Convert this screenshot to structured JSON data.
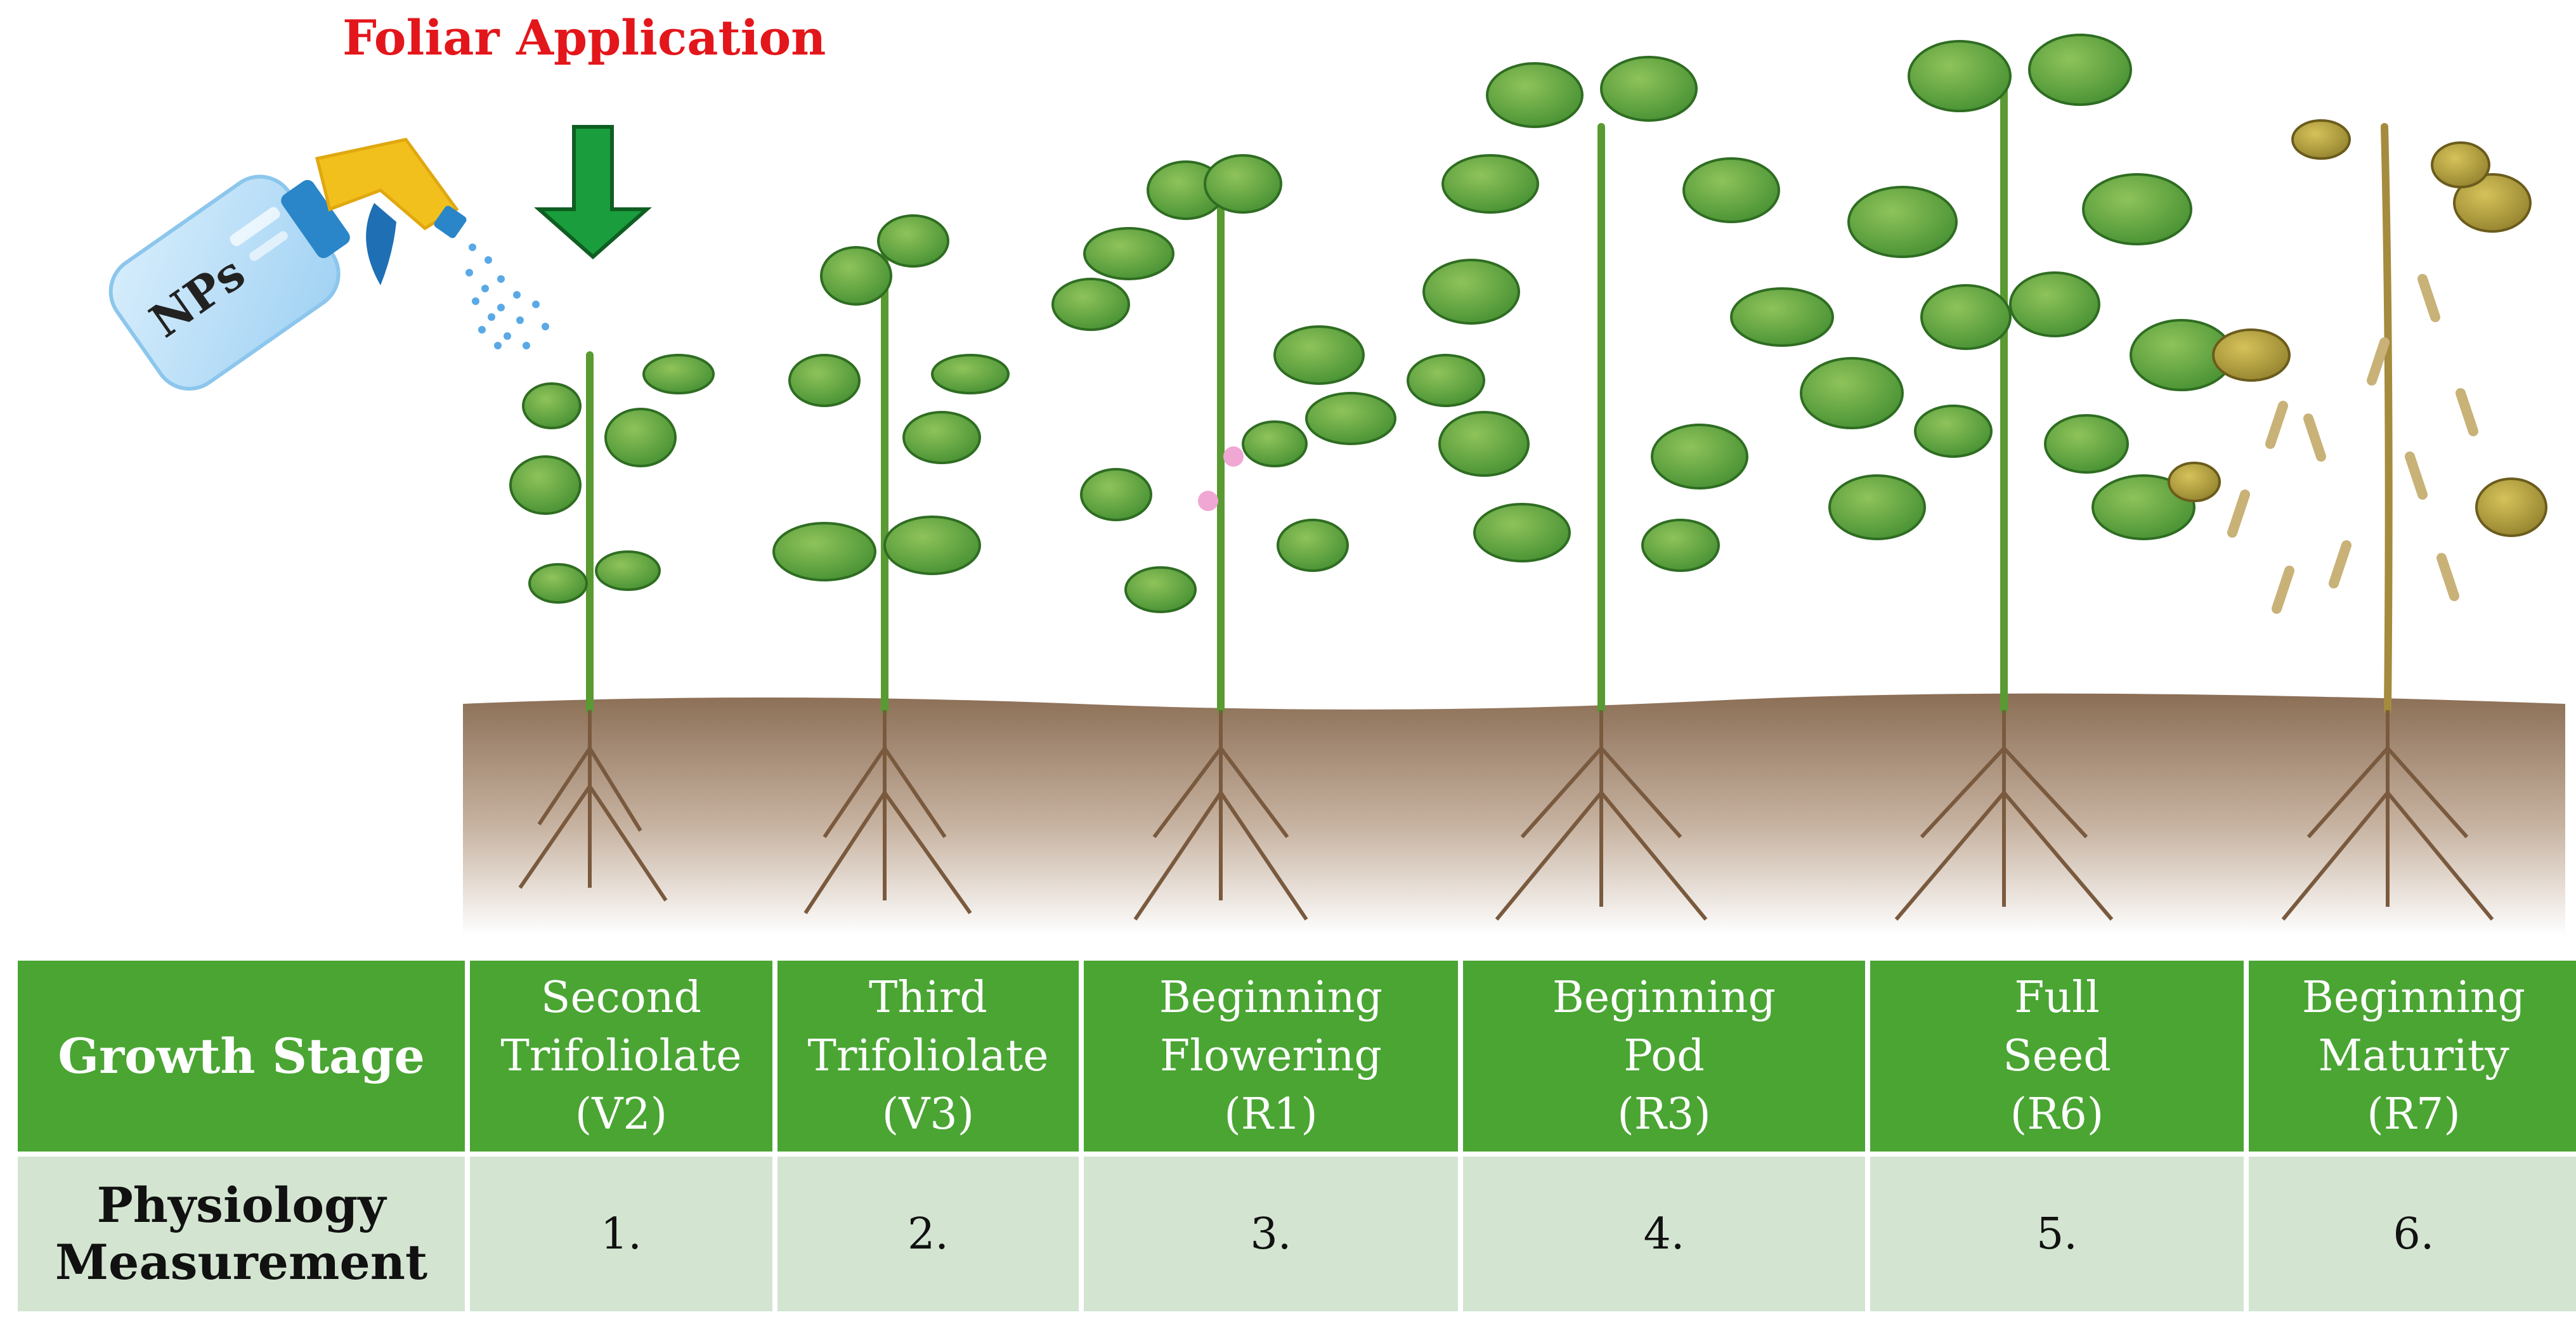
{
  "title": "Foliar Application",
  "bottle_label": "NPs",
  "colors": {
    "title_red": "#e3161b",
    "header_green": "#4aa533",
    "row_green": "#d3e5d1",
    "arrow_green": "#1a9d3c",
    "soil": "#8b6e55"
  },
  "table": {
    "row1_label": "Growth Stage",
    "row2_label_line1": "Physiology",
    "row2_label_line2": "Measurement",
    "stages": [
      {
        "line1": "Second",
        "line2": "Trifoliolate",
        "code": "(V2)",
        "measure": "1."
      },
      {
        "line1": "Third",
        "line2": "Trifoliolate",
        "code": "(V3)",
        "measure": "2."
      },
      {
        "line1": "Beginning",
        "line2": "Flowering",
        "code": "(R1)",
        "measure": "3."
      },
      {
        "line1": "Beginning",
        "line2": "Pod",
        "code": "(R3)",
        "measure": "4."
      },
      {
        "line1": "Full",
        "line2": "Seed",
        "code": "(R6)",
        "measure": "5."
      },
      {
        "line1": "Beginning",
        "line2": "Maturity",
        "code": "(R7)",
        "measure": "6."
      }
    ]
  }
}
